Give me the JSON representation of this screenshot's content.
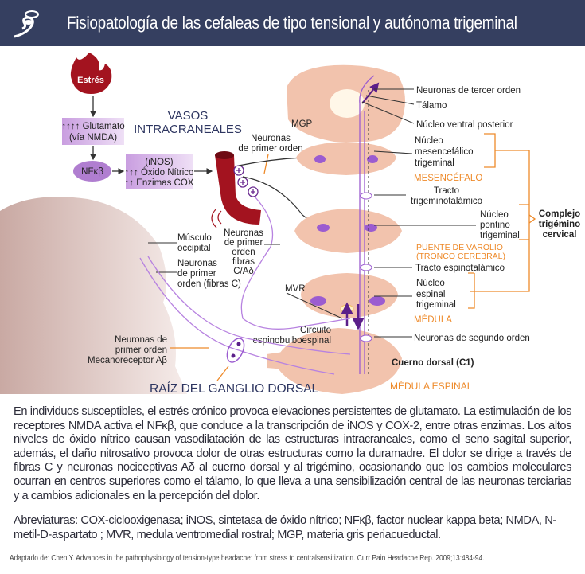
{
  "header": {
    "title": "Fisiopatología de las cefaleas de tipo tensional y autónoma trigeminal",
    "logo_icon": "brain-logo-icon",
    "background": "#353f60"
  },
  "diagram": {
    "stress": "Estrés",
    "glutamate": [
      "↑↑↑↑ Glutamato",
      "(vía NMDA)"
    ],
    "nfkb": "NFκβ",
    "inos_box": [
      "(iNOS)",
      "↑↑↑ Óxido Nítrico",
      "↑↑ Enzimas COX"
    ],
    "vasos": [
      "VASOS",
      "INTRACRANEALES"
    ],
    "first_order_top": [
      "Neuronas",
      "de primer orden"
    ],
    "third_order": "Neuronas de tercer orden",
    "thalamus": "Tálamo",
    "vpn": "Núcleo ventral posterior",
    "mgp": "MGP",
    "mesencephalic_nucleus": [
      "Núcleo",
      "mesencefálico",
      "trigeminal"
    ],
    "mesencephalon": "MESENCÉFALO",
    "trigeminothalamic": [
      "Tracto",
      "trigeminotalámico"
    ],
    "pontine_nucleus": [
      "Núcleo",
      "pontino",
      "trigeminal"
    ],
    "complex": [
      "Complejo",
      "trigémino",
      "cervical"
    ],
    "pons": [
      "PUENTE DE VAROLIO",
      "(TRONCO CEREBRAL)"
    ],
    "spinothalamic": "Tracto espinotalámico",
    "spinal_nucleus": [
      "Núcleo",
      "espinal",
      "trigeminal"
    ],
    "medulla": "MÉDULA",
    "second_order": "Neuronas de segundo orden",
    "dorsal_horn": "Cuerno dorsal (C1)",
    "spinal_cord": "MÉDULA ESPINAL",
    "occipital_muscle": [
      "Músculo",
      "occipital"
    ],
    "first_order_c": [
      "Neuronas",
      "de primer",
      "orden (fibras C)"
    ],
    "first_order_cad": [
      "Neuronas",
      "de primer",
      "orden",
      "fibras",
      "C/Aδ"
    ],
    "mvr": "MVR",
    "circuit": [
      "Circuito",
      "espinobulboespinal"
    ],
    "mechanoreceptor": [
      "Neuronas de",
      "primer orden",
      "Mecanoreceptor Aβ"
    ],
    "drg": "RAÍZ DEL GANGLIO DORSAL",
    "colors": {
      "orange": "#ee8a2a",
      "purple": "#9b5cd0",
      "navy": "#2d3560",
      "vessel": "#a3131f",
      "tissue": "#f2c3ad"
    }
  },
  "description": "En individuos susceptibles, el estrés crónico provoca elevaciones persistentes de glutamato. La estimulación de los receptores NMDA activa el NFκβ, que conduce a la transcripción de iNOS y COX-2, entre otras enzimas. Los altos niveles de óxido nítrico causan vasodilatación de las estructuras intracraneales, como el seno sagital superior, además, el daño nitrosativo provoca dolor de otras estructuras como la duramadre. El dolor se dirige a través de fibras C y neuronas nociceptivas Aδ al cuerno dorsal y al trigémino,  ocasionando que los cambios moleculares ocurran en centros superiores como el tálamo, lo que lleva a una sensibilización central de las neuronas terciarias y a cambios adicionales en la percepción del dolor.",
  "abbreviations": "Abreviaturas: COX-ciclooxigenasa; iNOS, sintetasa de óxido nítrico; NFκβ, factor nuclear kappa beta; NMDA, N-metil-D-aspartato ; MVR, medula ventromedial rostral; MGP, materia gris periacueductal.",
  "source": "Adaptado de: Chen Y. Advances in the pathophysiology of tension-type headache: from stress to centralsensitization. Curr Pain Headache Rep. 2009;13:484-94."
}
